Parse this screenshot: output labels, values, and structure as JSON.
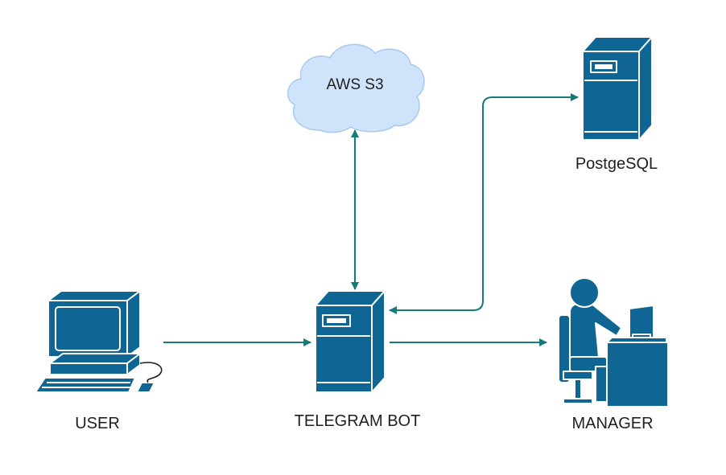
{
  "diagram": {
    "nodes": {
      "aws_s3": {
        "label": "AWS S3",
        "kind": "cloud"
      },
      "postgresql": {
        "label": "PostgeSQL",
        "kind": "server"
      },
      "user": {
        "label": "USER",
        "kind": "computer"
      },
      "telegram_bot": {
        "label": "TELEGRAM BOT",
        "kind": "server"
      },
      "manager": {
        "label": "MANAGER",
        "kind": "person-at-desk"
      }
    },
    "edges": [
      {
        "from": "user",
        "to": "telegram_bot",
        "direction": "forward"
      },
      {
        "from": "telegram_bot",
        "to": "aws_s3",
        "direction": "both"
      },
      {
        "from": "telegram_bot",
        "to": "postgresql",
        "direction": "both"
      },
      {
        "from": "telegram_bot",
        "to": "manager",
        "direction": "forward"
      }
    ]
  },
  "colors": {
    "icon_fill": "#0f6593",
    "icon_stroke": "#ffffff",
    "cloud_fill": "#cfe4fa",
    "cloud_stroke": "#a9c9ef",
    "connector": "#147a7a",
    "label_text": "#1f1f1f"
  }
}
